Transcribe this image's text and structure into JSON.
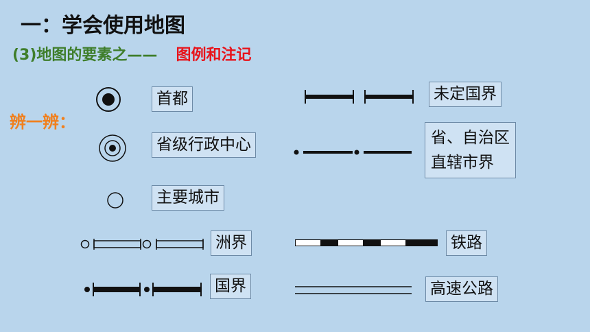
{
  "title": "一：学会使用地图",
  "subtitle": "(3)地图的要素之——",
  "subtitle_highlight": "图例和注记",
  "side_label": "辨一辨：",
  "legend": {
    "capital": "首都",
    "provincial_capital": "省级行政中心",
    "major_city": "主要城市",
    "continent_boundary": "洲界",
    "national_boundary": "国界",
    "undefined_boundary": "未定国界",
    "provincial_boundary_line1": "省、自治区",
    "provincial_boundary_line2": "直辖市界",
    "railway": "铁路",
    "expressway": "高速公路"
  },
  "colors": {
    "background": "#b9d5ec",
    "subtitle_green": "#3f7e2b",
    "highlight_red": "#e8141b",
    "side_orange": "#f0801e"
  }
}
